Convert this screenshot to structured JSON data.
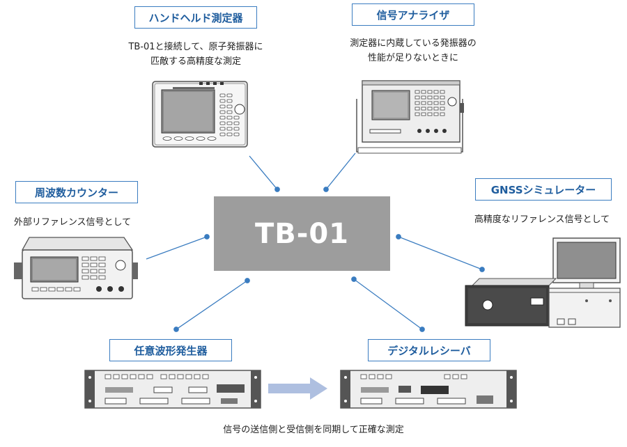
{
  "center": {
    "label": "TB-01"
  },
  "nodes": {
    "handheld": {
      "title": "ハンドヘルド測定器",
      "caption_lines": [
        "TB-01と接続して、原子発振器に",
        "匹敵する高精度な測定"
      ],
      "device_icon": "handheld-analyzer-icon"
    },
    "signal_analyzer": {
      "title": "信号アナライザ",
      "caption_lines": [
        "測定器に内蔵している発振器の",
        "性能が足りないときに"
      ],
      "device_icon": "signal-analyzer-icon"
    },
    "frequency_counter": {
      "title": "周波数カウンター",
      "caption_lines": [
        "外部リファレンス信号として"
      ],
      "device_icon": "frequency-counter-icon"
    },
    "gnss_simulator": {
      "title": "GNSSシミュレーター",
      "caption_lines": [
        "高精度なリファレンス信号として"
      ],
      "device_icon": "gnss-simulator-icon"
    },
    "awg": {
      "title": "任意波形発生器",
      "device_icon": "awg-rack-icon"
    },
    "digital_receiver": {
      "title": "デジタルレシーバ",
      "device_icon": "digital-receiver-rack-icon"
    }
  },
  "bottom_caption": "信号の送信側と受信側を同期して正確な測定",
  "colors": {
    "label_border": "#3a7cc0",
    "label_text": "#1f5d9e",
    "connector": "#3a7cc0",
    "center_fill": "#9d9d9d",
    "arrow": "#aebfe0"
  }
}
